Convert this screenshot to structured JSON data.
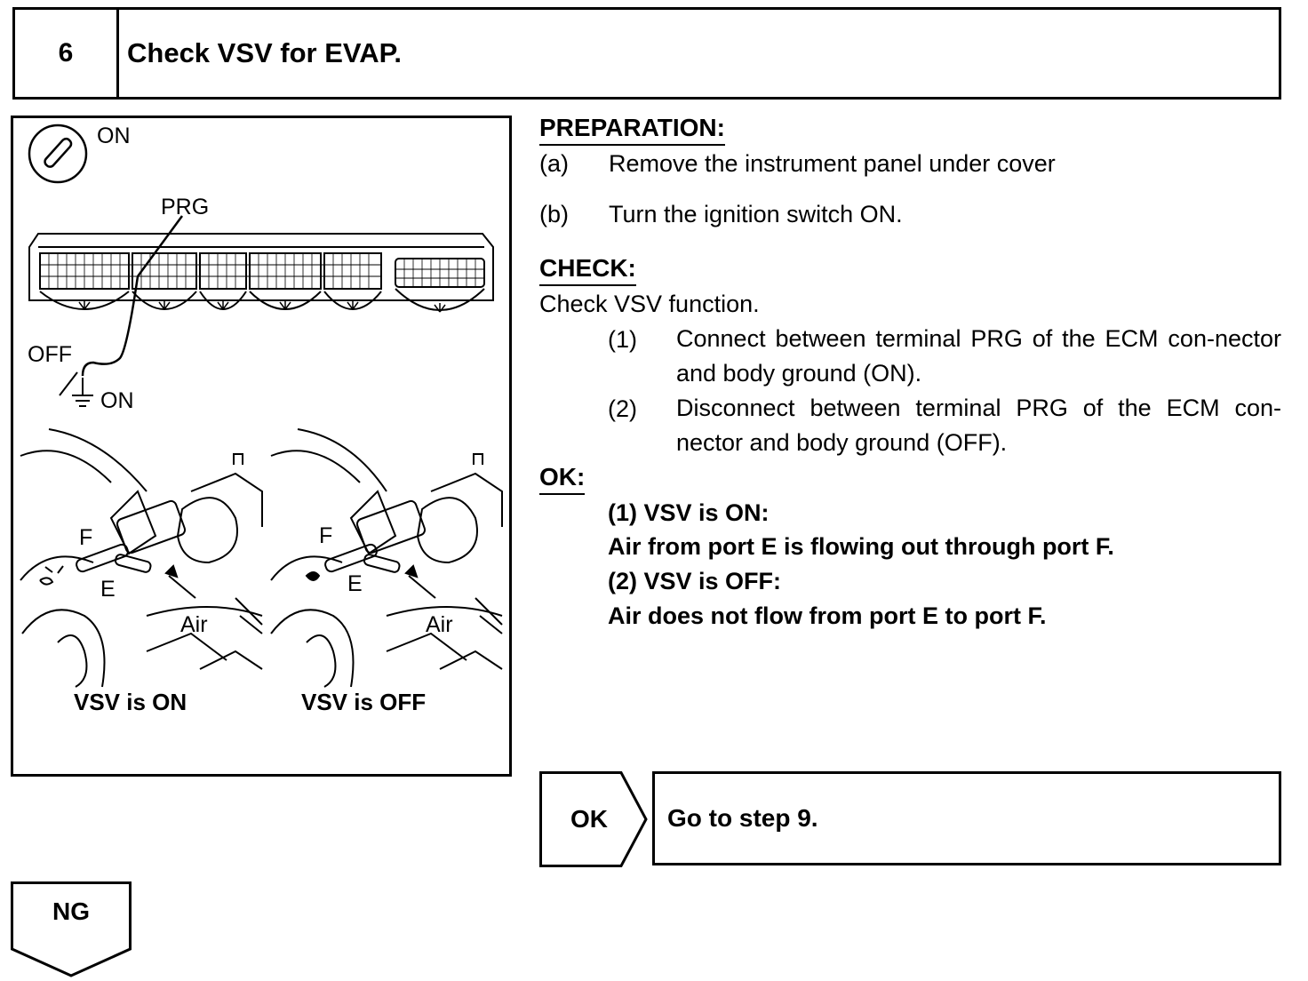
{
  "step": {
    "number": "6",
    "title": "Check VSV for EVAP."
  },
  "figure": {
    "ignition_label": "ON",
    "terminal_label": "PRG",
    "switch_off_label": "OFF",
    "switch_on_label": "ON",
    "port_f_left": "F",
    "port_e_left": "E",
    "air_left": "Air",
    "port_f_right": "F",
    "port_e_right": "E",
    "air_right": "Air",
    "caption_on": "VSV is ON",
    "caption_off": "VSV is OFF",
    "icons": [
      "ignition-key-icon",
      "ground-symbol-icon"
    ]
  },
  "preparation": {
    "heading": "PREPARATION:",
    "items": [
      {
        "marker": "(a)",
        "text": "Remove the instrument panel under cover"
      },
      {
        "marker": "(b)",
        "text": "Turn the ignition switch ON."
      }
    ]
  },
  "check": {
    "heading": "CHECK:",
    "intro": "Check VSV function.",
    "items": [
      {
        "marker": "(1)",
        "text": "Connect between terminal PRG of the ECM con-nector and body ground (ON)."
      },
      {
        "marker": "(2)",
        "text": "Disconnect between terminal PRG of the ECM con-nector and body ground (OFF)."
      }
    ]
  },
  "ok": {
    "heading": "OK:",
    "lines": [
      "(1) VSV is ON:",
      "Air from port E is flowing out through port F.",
      "(2) VSV is OFF:",
      "Air does not flow from port E to port F."
    ]
  },
  "result_ok": {
    "label": "OK",
    "action": "Go to step 9."
  },
  "result_ng": {
    "label": "NG"
  }
}
